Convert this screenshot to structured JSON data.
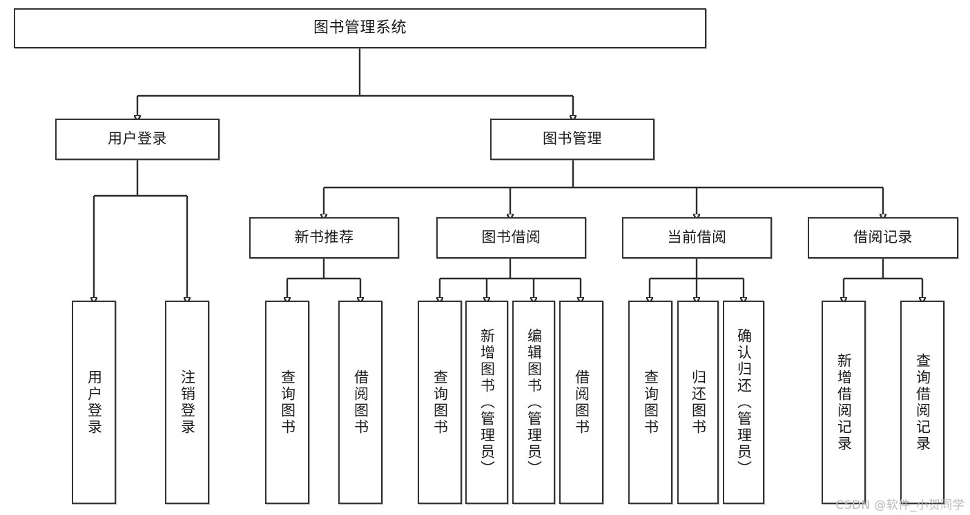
{
  "diagram": {
    "title": "图书管理系统",
    "type": "tree-hierarchy",
    "root": {
      "label": "图书管理系统"
    },
    "level2": [
      {
        "label": "用户登录"
      },
      {
        "label": "图书管理"
      }
    ],
    "level3": [
      {
        "label": "新书推荐"
      },
      {
        "label": "图书借阅"
      },
      {
        "label": "当前借阅"
      },
      {
        "label": "借阅记录"
      }
    ],
    "leaves": {
      "user_login": [
        {
          "label": "用户登录"
        },
        {
          "label": "注销登录"
        }
      ],
      "new_book_recommend": [
        {
          "label": "查询图书"
        },
        {
          "label": "借阅图书"
        }
      ],
      "book_borrow": [
        {
          "label": "查询图书"
        },
        {
          "label": "新增图书（管理员）"
        },
        {
          "label": "编辑图书（管理员）"
        },
        {
          "label": "借阅图书"
        }
      ],
      "current_borrow": [
        {
          "label": "查询图书"
        },
        {
          "label": "归还图书"
        },
        {
          "label": "确认归还（管理员）"
        }
      ],
      "borrow_record": [
        {
          "label": "新增借阅记录"
        },
        {
          "label": "查询借阅记录"
        }
      ]
    }
  },
  "watermark": {
    "text": "CSDN @软件_小贺同学"
  },
  "colors": {
    "box_border": "#333333",
    "connector": "#2b2b2b",
    "background": "#ffffff",
    "text": "#1a1a1a",
    "watermark": "#b9b9b9"
  }
}
